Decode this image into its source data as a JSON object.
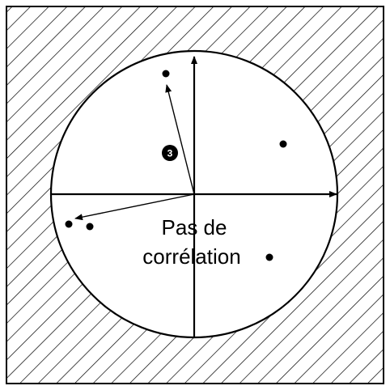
{
  "diagram": {
    "center_label_line1": "Pas de",
    "center_label_line2": "corrélation",
    "badge_number": "3",
    "colors": {
      "stroke": "#000000",
      "fill": "#ffffff",
      "hatch": "#000000"
    }
  }
}
